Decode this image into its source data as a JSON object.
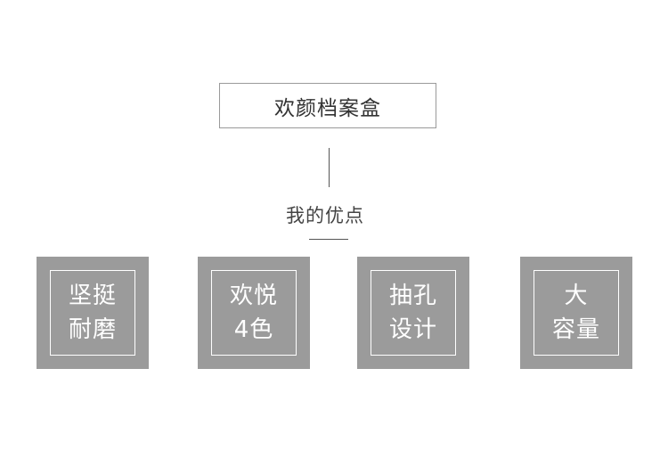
{
  "header": {
    "title": "欢颜档案盒"
  },
  "section": {
    "subtitle": "我的优点"
  },
  "features": [
    {
      "line1": "坚挺",
      "line2": "耐磨"
    },
    {
      "line1": "欢悦",
      "line2": "4色"
    },
    {
      "line1": "抽孔",
      "line2": "设计"
    },
    {
      "line1": "大",
      "line2": "容量"
    }
  ],
  "colors": {
    "tile_background": "#9b9b9b",
    "tile_border": "#ffffff",
    "text": "#333333"
  }
}
